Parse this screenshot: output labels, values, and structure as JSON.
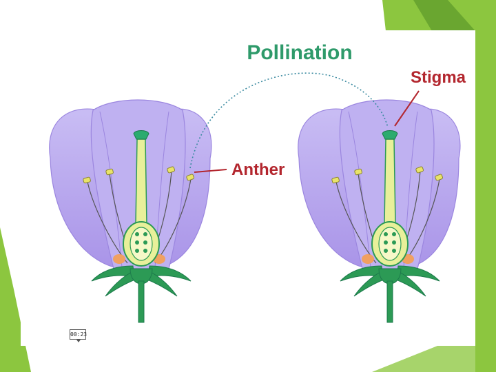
{
  "diagram": {
    "title": "Pollination",
    "labels": {
      "stigma": "Stigma",
      "anther": "Anther"
    }
  },
  "timestamp": "00:23",
  "colors": {
    "accent_green": "#8cc63f",
    "title_green": "#2e9a6a",
    "label_red": "#b3262e",
    "petal_purple": "#b7a6ec",
    "sepal_green": "#2c9a55",
    "pistil_yellow": "#e8f09a"
  }
}
